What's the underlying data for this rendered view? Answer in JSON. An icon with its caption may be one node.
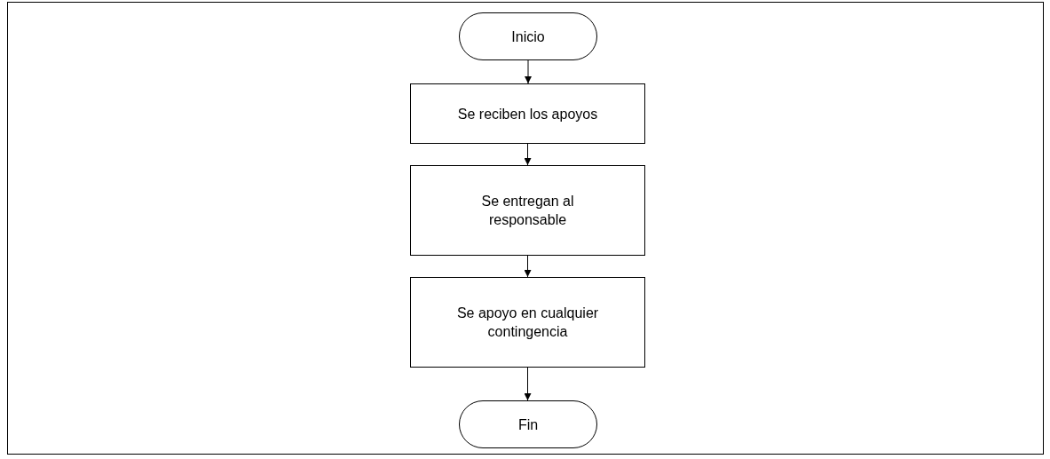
{
  "diagram": {
    "nodes": [
      {
        "text": [
          "Inicio"
        ]
      },
      {
        "text": [
          "Se reciben los apoyos"
        ]
      },
      {
        "text": [
          "Se entregan al responsable"
        ]
      },
      {
        "text": [
          "Se apoyo en cualquier contingencia"
        ]
      },
      {
        "text": [
          "Fin"
        ]
      }
    ],
    "edges": [
      {
        "from": 0,
        "to": 1,
        "arrow": "to"
      },
      {
        "from": 1,
        "to": 2,
        "arrow": "to"
      },
      {
        "from": 2,
        "to": 3,
        "arrow": "to"
      },
      {
        "from": 3,
        "to": 4,
        "arrow": "to"
      }
    ]
  }
}
